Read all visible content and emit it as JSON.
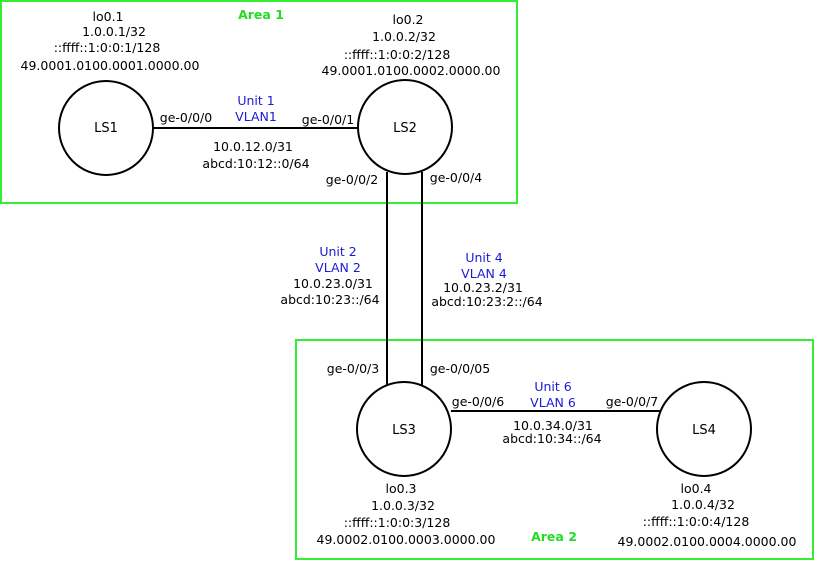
{
  "colors": {
    "area_border": "#33ee33",
    "area_label": "#22dd22",
    "link_label": "#1a1ad6",
    "line": "#000000"
  },
  "areas": {
    "area1": {
      "label": "Area 1"
    },
    "area2": {
      "label": "Area 2"
    }
  },
  "nodes": {
    "ls1": {
      "name": "LS1",
      "lo": "lo0.1",
      "ipv4": "1.0.0.1/32",
      "ipv6": "::ffff::1:0:0:1/128",
      "net": "49.0001.0100.0001.0000.00"
    },
    "ls2": {
      "name": "LS2",
      "lo": "lo0.2",
      "ipv4": "1.0.0.2/32",
      "ipv6": "::ffff::1:0:0:2/128",
      "net": "49.0001.0100.0002.0000.00"
    },
    "ls3": {
      "name": "LS3",
      "lo": "lo0.3",
      "ipv4": "1.0.0.3/32",
      "ipv6": "::ffff::1:0:0:3/128",
      "net": "49.0002.0100.0003.0000.00"
    },
    "ls4": {
      "name": "LS4",
      "lo": "lo0.4",
      "ipv4": "1.0.0.4/32",
      "ipv6": "::ffff::1:0:0:4/128",
      "net": "49.0002.0100.0004.0000.00"
    }
  },
  "links": {
    "ls1_ls2": {
      "unit": "Unit 1",
      "vlan": "VLAN1",
      "ipv4": "10.0.12.0/31",
      "ipv6": "abcd:10:12::0/64",
      "if_a": "ge-0/0/0",
      "if_b": "ge-0/0/1"
    },
    "ls2_ls3_a": {
      "unit": "Unit 2",
      "vlan": "VLAN 2",
      "ipv4": "10.0.23.0/31",
      "ipv6": "abcd:10:23::/64",
      "if_a": "ge-0/0/2",
      "if_b": "ge-0/0/3"
    },
    "ls2_ls3_b": {
      "unit": "Unit 4",
      "vlan": "VLAN 4",
      "ipv4": "10.0.23.2/31",
      "ipv6": "abcd:10:23:2::/64",
      "if_a": "ge-0/0/4",
      "if_b": "ge-0/0/05"
    },
    "ls3_ls4": {
      "unit": "Unit 6",
      "vlan": "VLAN 6",
      "ipv4": "10.0.34.0/31",
      "ipv6": "abcd:10:34::/64",
      "if_a": "ge-0/0/6",
      "if_b": "ge-0/0/7"
    }
  }
}
